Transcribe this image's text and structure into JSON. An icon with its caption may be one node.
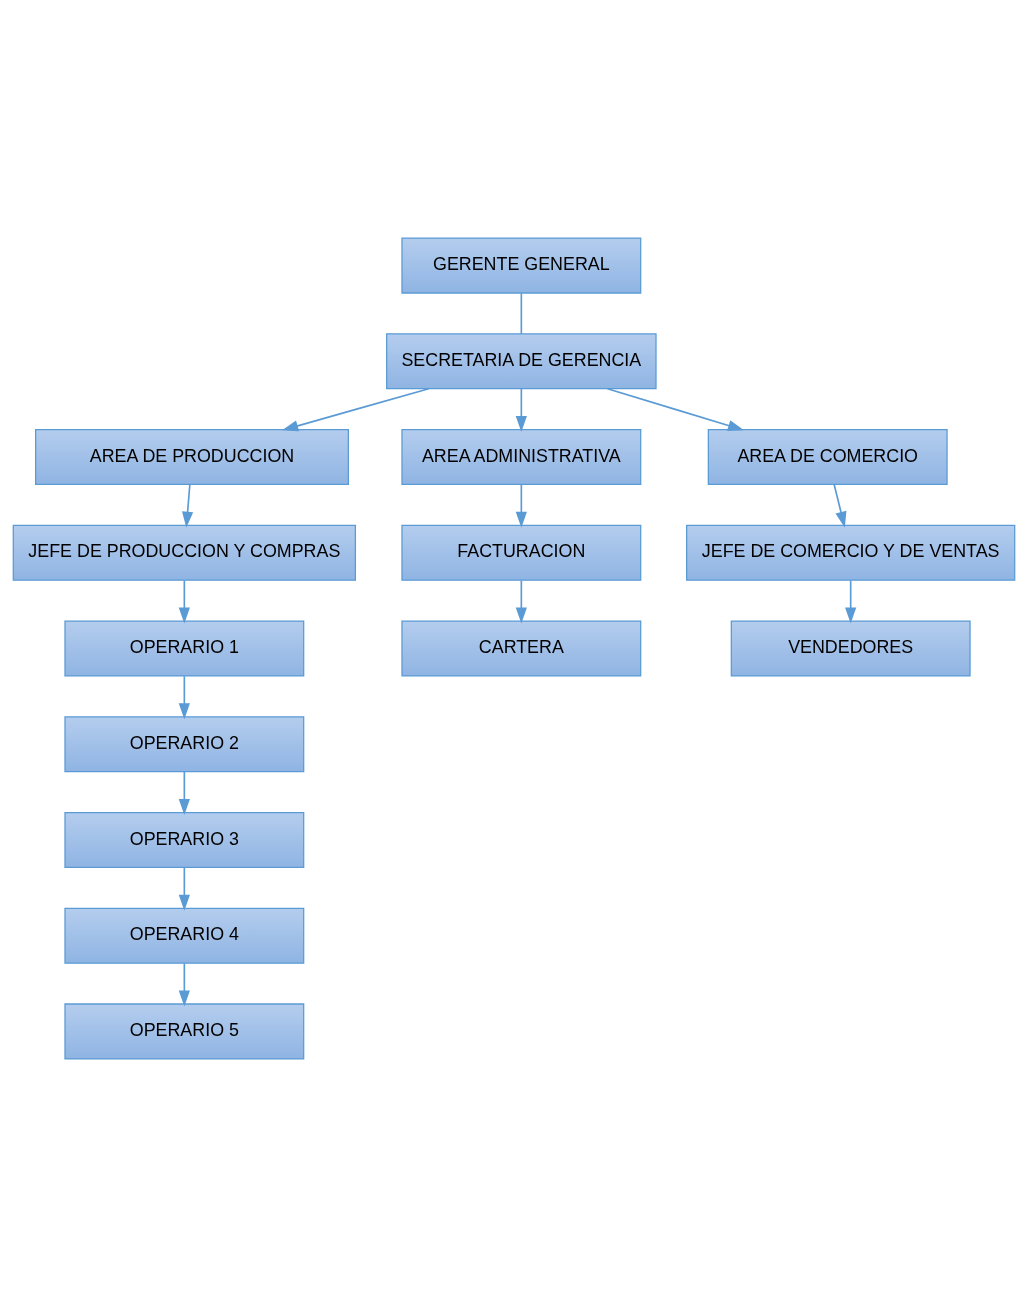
{
  "diagram": {
    "nodes": [
      {
        "text": [
          "GERENTE GENERAL"
        ]
      },
      {
        "text": [
          "SECRETARIA DE GERENCIA"
        ]
      },
      {
        "text": [
          "AREA DE PRODUCCION"
        ]
      },
      {
        "text": [
          "AREA ADMINISTRATIVA"
        ]
      },
      {
        "text": [
          "AREA DE COMERCIO"
        ]
      },
      {
        "text": [
          "JEFE DE PRODUCCION Y COMPRAS"
        ]
      },
      {
        "text": [
          "FACTURACION"
        ]
      },
      {
        "text": [
          "JEFE DE COMERCIO Y DE VENTAS"
        ]
      },
      {
        "text": [
          "CARTERA"
        ]
      },
      {
        "text": [
          "VENDEDORES"
        ]
      },
      {
        "text": [
          "OPERARIO 1"
        ]
      },
      {
        "text": [
          "OPERARIO 2"
        ]
      },
      {
        "text": [
          "OPERARIO 3"
        ]
      },
      {
        "text": [
          "OPERARIO 4"
        ]
      },
      {
        "text": [
          "OPERARIO 5"
        ]
      }
    ],
    "edges": [
      {
        "from": 0,
        "to": 1,
        "arrow": "none"
      },
      {
        "from": 1,
        "to": 2,
        "arrow": "to"
      },
      {
        "from": 1,
        "to": 3,
        "arrow": "to"
      },
      {
        "from": 1,
        "to": 4,
        "arrow": "to"
      },
      {
        "from": 2,
        "to": 5,
        "arrow": "to"
      },
      {
        "from": 3,
        "to": 6,
        "arrow": "to"
      },
      {
        "from": 4,
        "to": 7,
        "arrow": "to"
      },
      {
        "from": 6,
        "to": 8,
        "arrow": "to"
      },
      {
        "from": 7,
        "to": 9,
        "arrow": "to"
      },
      {
        "from": 5,
        "to": 10,
        "arrow": "to"
      },
      {
        "from": 10,
        "to": 11,
        "arrow": "to"
      },
      {
        "from": 11,
        "to": 12,
        "arrow": "to"
      },
      {
        "from": 12,
        "to": 13,
        "arrow": "to"
      },
      {
        "from": 13,
        "to": 14,
        "arrow": "to"
      }
    ]
  }
}
